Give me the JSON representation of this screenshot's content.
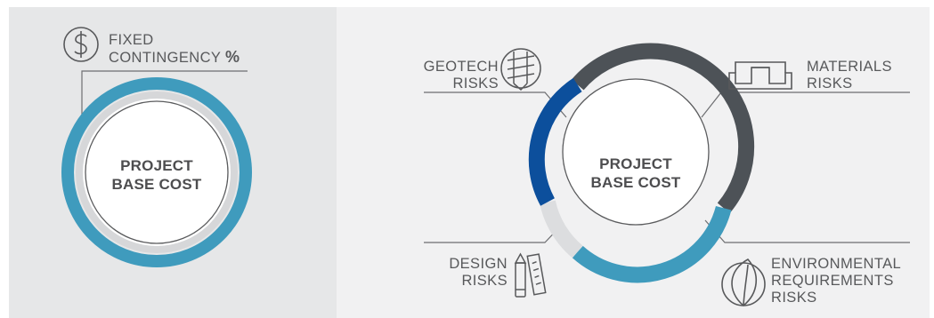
{
  "colors": {
    "contingency_ring": "#3f9bbd",
    "geotech": "#0c4f9c",
    "materials": "#4d5257",
    "environmental": "#3f9bbd",
    "design": "#dcdddf",
    "text": "#58595b"
  },
  "left_panel": {
    "label_line1": "FIXED",
    "label_line2": "CONTINGENCY",
    "percent_symbol": "%",
    "icon": "dollar-circle-icon",
    "center_line1": "PROJECT",
    "center_line2": "BASE COST"
  },
  "right_panel": {
    "center_line1": "PROJECT",
    "center_line2": "BASE COST",
    "geotech": {
      "line1": "GEOTECH",
      "line2": "RISKS",
      "icon": "drill-icon"
    },
    "materials": {
      "line1": "MATERIALS",
      "line2": "RISKS",
      "icon": "steel-beam-icon"
    },
    "environmental": {
      "line1": "ENVIRONMENTAL",
      "line2": "REQUIREMENTS",
      "line3": "RISKS",
      "icon": "leaf-icon"
    },
    "design": {
      "line1": "DESIGN",
      "line2": "RISKS",
      "icon": "pencil-ruler-icon"
    }
  }
}
